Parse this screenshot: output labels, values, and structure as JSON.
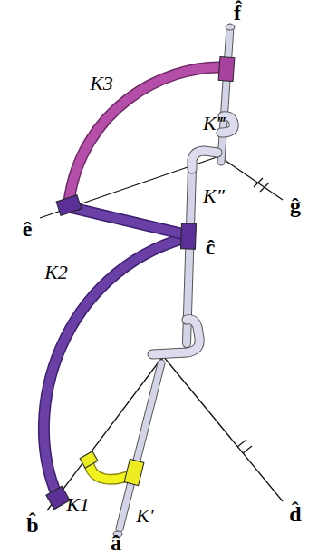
{
  "diagram": {
    "labels": [
      "f̂",
      "K3",
      "K‴",
      "ê",
      "ĝ",
      "K″",
      "ĉ",
      "K2",
      "b̂",
      "d̂",
      "K1",
      "K′",
      "â"
    ]
  }
}
